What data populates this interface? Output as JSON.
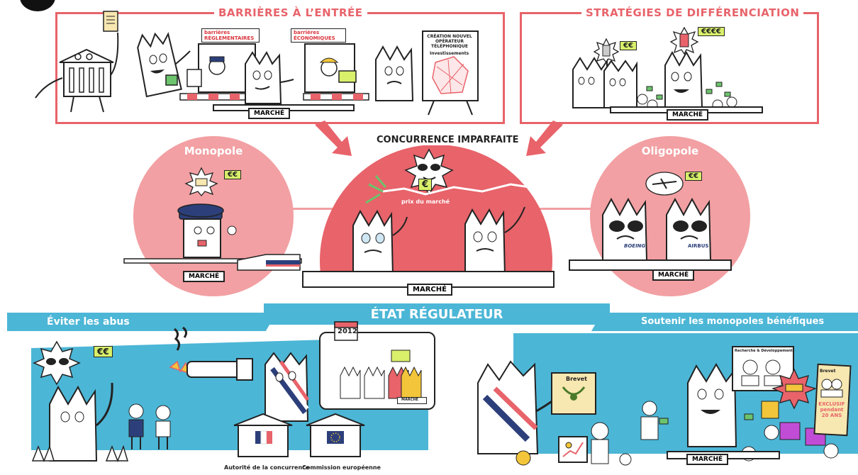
{
  "top_left_frame": {
    "title": "BARRIÈRES À L’ENTRÉE",
    "tag_reglementaires": "barrières RÉGLEMENTAIRES",
    "tag_economiques": "barrières ÉCONOMIQUES",
    "board_text": "CRÉATION NOUVEL OPÉRATEUR TÉLÉPHONIQUE",
    "board_subtext": "Investissements",
    "market_label": "MARCHÉ"
  },
  "top_right_frame": {
    "title": "STRATÉGIES DE DIFFÉRENCIATION",
    "euro_small": "€€",
    "euro_big": "€€€€",
    "market_label": "MARCHÉ"
  },
  "monopole": {
    "title": "Monopole",
    "euro": "€€",
    "market_label": "MARCHÉ"
  },
  "concurrence": {
    "title": "CONCURRENCE IMPARFAITE",
    "price_label": "prix du marché",
    "euro": "€",
    "market_label": "MARCHÉ"
  },
  "oligopole": {
    "title": "Oligopole",
    "euro": "€€",
    "brand_left": "BOEING",
    "brand_right": "AIRBUS",
    "market_label": "MARCHÉ"
  },
  "regulator": {
    "title": "ÉTAT RÉGULATEUR",
    "left_banner": "Éviter les abus",
    "right_banner": "Soutenir les monopoles bénéfiques",
    "euro": "€€",
    "calendar_year": "2012",
    "mini_market": "MARCHÉ",
    "institution_left": "Autorité de la concurrence",
    "institution_right": "Commission européenne",
    "brevet_label": "Brevet",
    "brevet_small": "Brevet",
    "exclusif": "EXCLUSIF pendant 20 ANS",
    "rd_sign": "Recherche & Développement",
    "market_label": "MARCHÉ"
  },
  "colors": {
    "accent_red": "#e8636a",
    "circle_pink": "#f2a0a3",
    "circle_red": "#e8636a",
    "banner_blue": "#4cb6d6",
    "euro_green": "#d8f06a"
  }
}
